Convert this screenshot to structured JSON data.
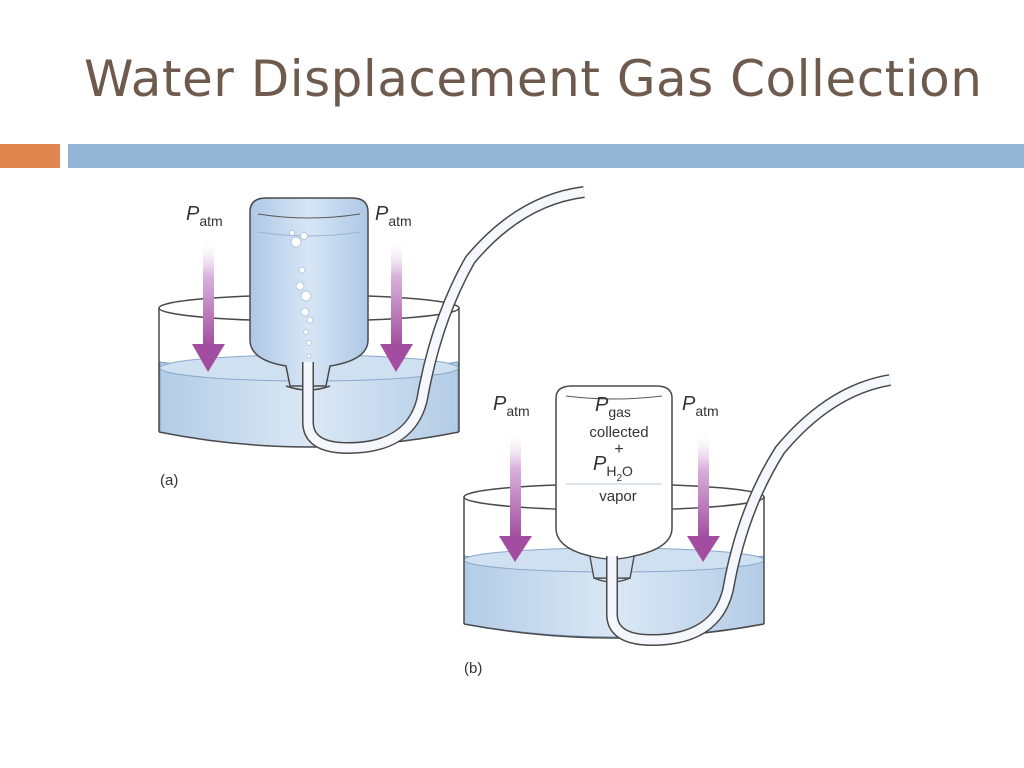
{
  "title": "Water Displacement Gas Collection",
  "colors": {
    "title": "#6f5a4e",
    "accent_orange": "#e0874f",
    "accent_blue": "#94b6d6",
    "water": "#c2d8ee",
    "arrow": "#a24d9f"
  },
  "panel_a": {
    "caption": "(a)",
    "pressure_left": {
      "symbol": "P",
      "subscript": "atm"
    },
    "pressure_right": {
      "symbol": "P",
      "subscript": "atm"
    }
  },
  "panel_b": {
    "caption": "(b)",
    "pressure_left": {
      "symbol": "P",
      "subscript": "atm"
    },
    "pressure_right": {
      "symbol": "P",
      "subscript": "atm"
    },
    "bottle_label": {
      "gas_symbol": "P",
      "gas_subscript": "gas",
      "gas_word": "collected",
      "plus": "+",
      "vapor_symbol": "P",
      "vapor_sub_h": "H",
      "vapor_sub_2": "2",
      "vapor_sub_o": "O",
      "vapor_word": "vapor"
    }
  }
}
